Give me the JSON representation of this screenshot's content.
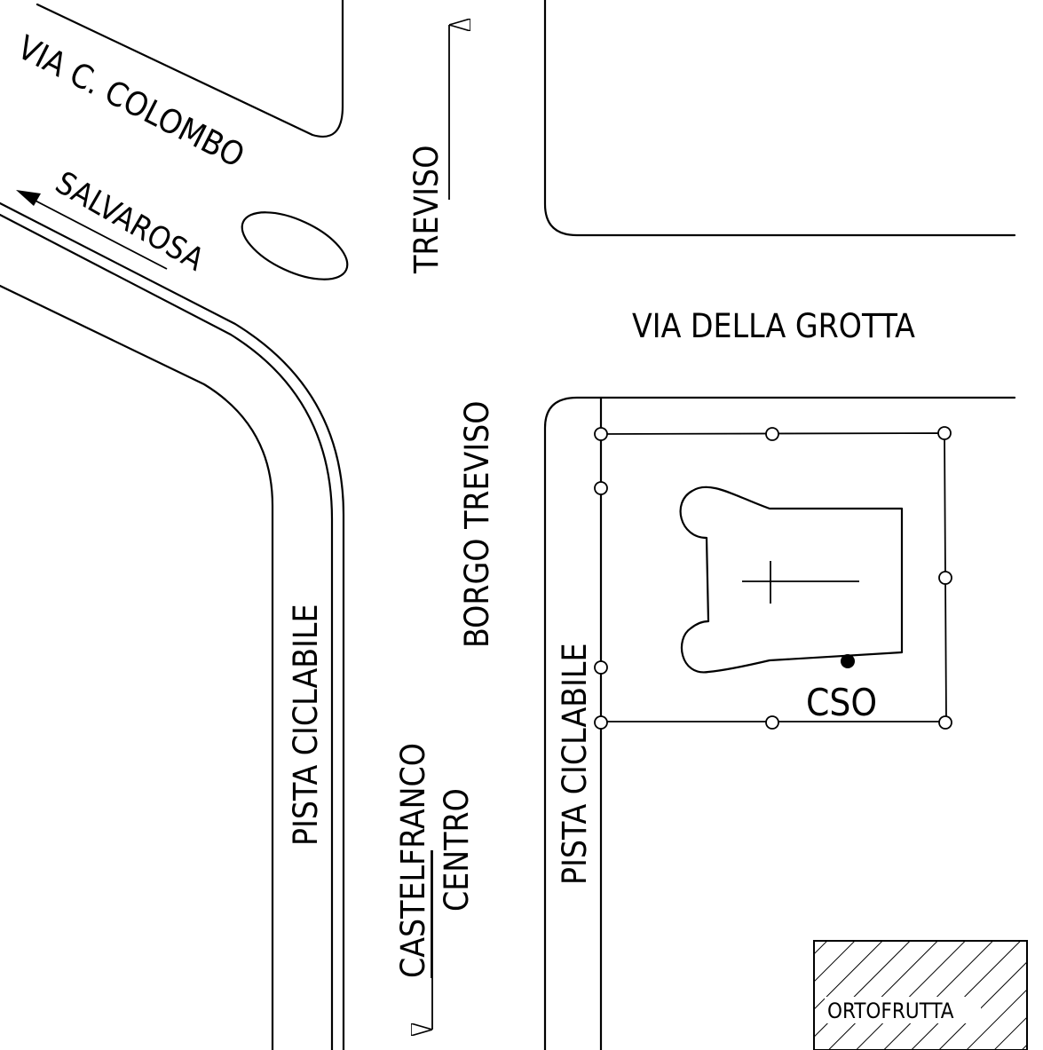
{
  "map": {
    "streets": {
      "via_colombo": "VIA C. COLOMBO",
      "salvarosa": "SALVAROSA",
      "treviso": "TREVISO",
      "via_della_grotta": "VIA DELLA GROTTA",
      "borgo_treviso": "BORGO TREVISO",
      "pista_ciclabile_left": "PISTA CICLABILE",
      "pista_ciclabile_right": "PISTA CICLABILE",
      "castelfranco": "CASTELFRANCO",
      "centro": "CENTRO"
    },
    "places": {
      "cso": "CSO",
      "ortofrutta": "ORTOFRUTTA"
    }
  }
}
